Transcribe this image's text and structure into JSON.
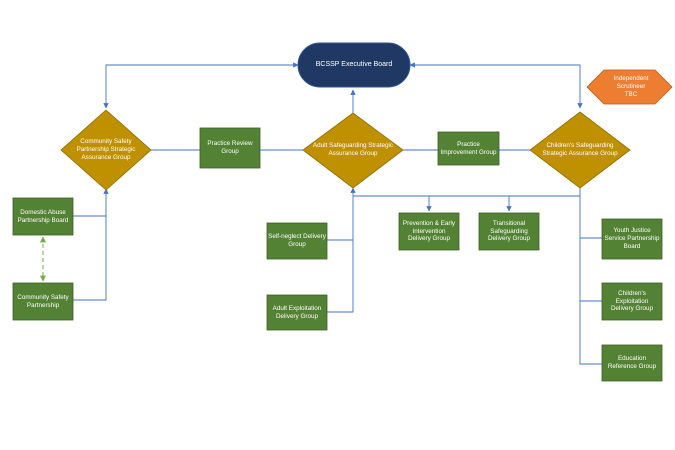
{
  "colors": {
    "box_fill": "#548235",
    "box_border": "#3a5f22",
    "diamond_fill": "#bf9000",
    "diamond_border": "#8f6c00",
    "executive_fill": "#1f3864",
    "independent_fill": "#ed7d31",
    "connector": "#4472c4",
    "dashed_connector": "#70ad47"
  },
  "executive": {
    "label": "BCSSP Executive Board"
  },
  "independent": {
    "label": "Independent\nScrutineer\nTBC"
  },
  "diamonds": {
    "community": {
      "label": "Community Safety\nPartnership Strategic\nAssurance Group"
    },
    "adult": {
      "label": "Adult Safeguarding Strategic\nAssurance Group"
    },
    "children": {
      "label": "Children's Safeguarding\nStrategic Assurance Group"
    }
  },
  "boxes": {
    "practice_review": {
      "label": "Practice Review\nGroup"
    },
    "practice_improvement": {
      "label": "Practice\nImprovement Group"
    },
    "domestic_abuse": {
      "label": "Domestic Abuse\nPartnership Board"
    },
    "community_safety": {
      "label": "Community Safety\nPartnership"
    },
    "self_neglect": {
      "label": "Self-neglect Delivery\nGroup"
    },
    "adult_exploitation": {
      "label": "Adult Exploitation\nDelivery Group"
    },
    "prevention": {
      "label": "Prevention & Early\nIntervention\nDelivery Group"
    },
    "transitional": {
      "label": "Transitional\nSafeguarding\nDelivery Group"
    },
    "youth_justice": {
      "label": "Youth Justice\nService Partnership\nBoard"
    },
    "childrens_exploitation": {
      "label": "Children's\nExploitation\nDelivery Group"
    },
    "education_reference": {
      "label": "Education\nReference Group"
    }
  }
}
